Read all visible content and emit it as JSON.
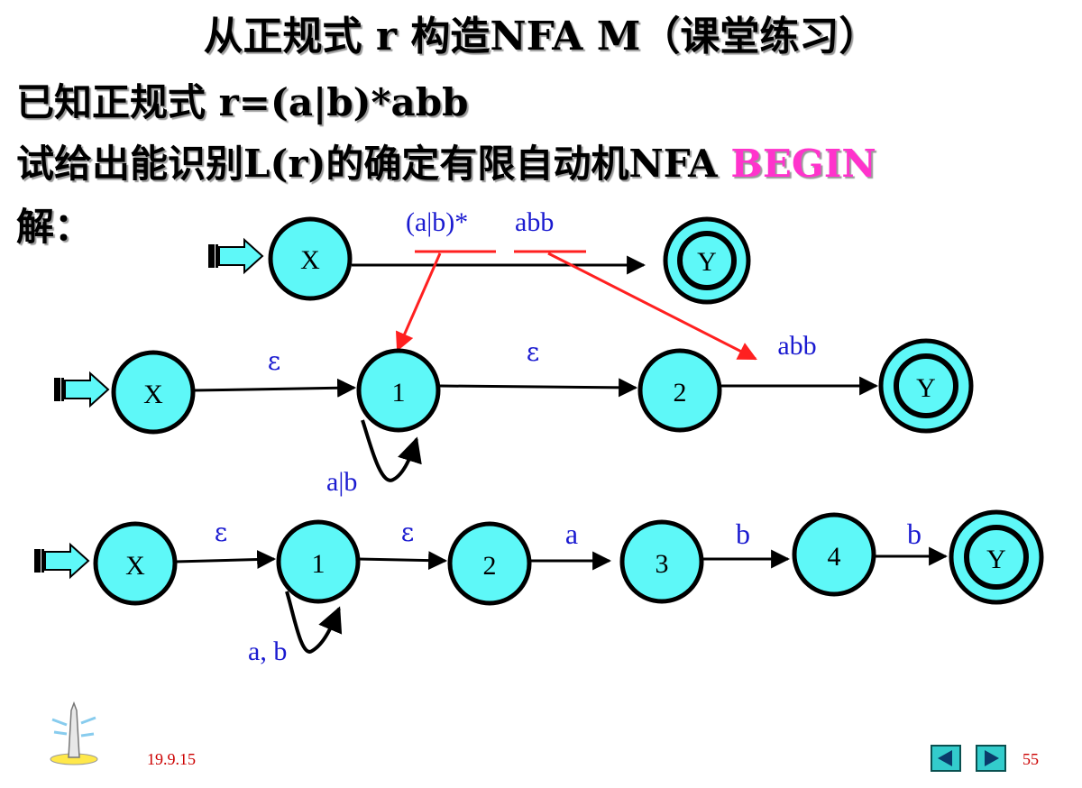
{
  "slide": {
    "title": "从正规式 r 构造NFA M（课堂练习）",
    "given": "已知正规式 r=(a|b)*abb",
    "task_prefix": "试给出能识别L(r)的确定有限自动机NFA ",
    "task_begin": "BEGIN",
    "solution_label": "解：",
    "date": "19.9.15",
    "page_number": "55"
  },
  "colors": {
    "state_fill": "#5ef8f8",
    "arrow": "#000000",
    "edge_label": "#1a1ad0",
    "highlight": "#ff2020",
    "begin": "#ff33cc"
  },
  "diagram1": {
    "states": [
      "X",
      "Y"
    ],
    "label_star": "(a|b)*",
    "label_abb": "abb"
  },
  "diagram2": {
    "states": [
      "X",
      "1",
      "2",
      "Y"
    ],
    "edges": [
      "ε",
      "ε",
      "abb"
    ],
    "loop_label": "a|b"
  },
  "diagram3": {
    "states": [
      "X",
      "1",
      "2",
      "3",
      "4",
      "Y"
    ],
    "edges": [
      "ε",
      "ε",
      "a",
      "b",
      "b"
    ],
    "loop_label": "a, b"
  }
}
